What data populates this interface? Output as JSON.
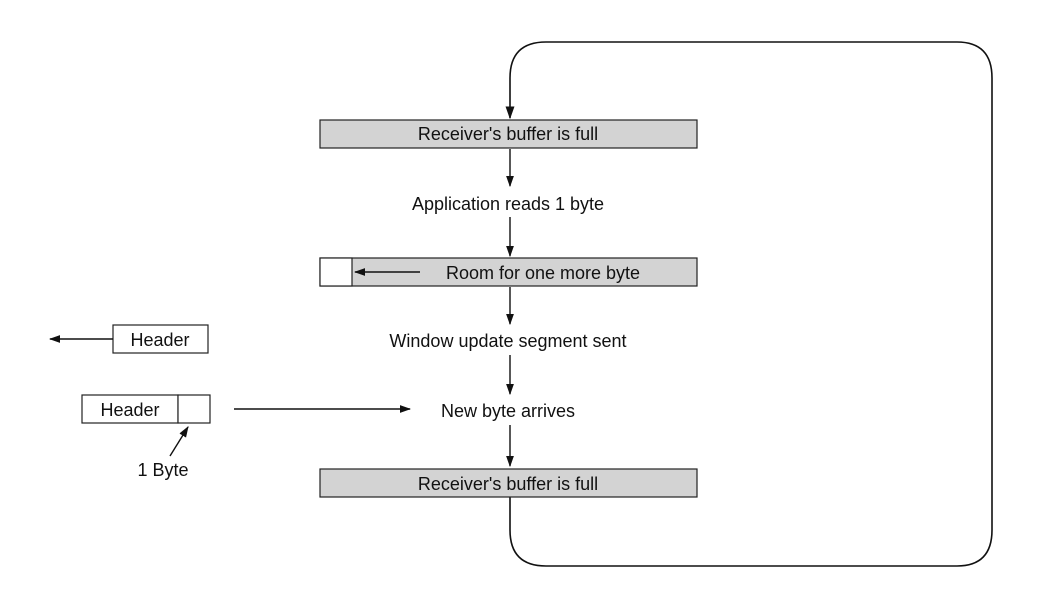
{
  "states": {
    "buffer_full_top": "Receiver's buffer is full",
    "app_reads": "Application reads 1 byte",
    "room_one_byte": "Room for one more byte",
    "window_update": "Window update segment sent",
    "new_byte": "New byte arrives",
    "buffer_full_bottom": "Receiver's buffer is full"
  },
  "segments": {
    "update_header": "Header",
    "data_header": "Header",
    "one_byte": "1 Byte"
  },
  "colors": {
    "state_box_fill": "#d3d3d3",
    "stroke": "#111111"
  }
}
